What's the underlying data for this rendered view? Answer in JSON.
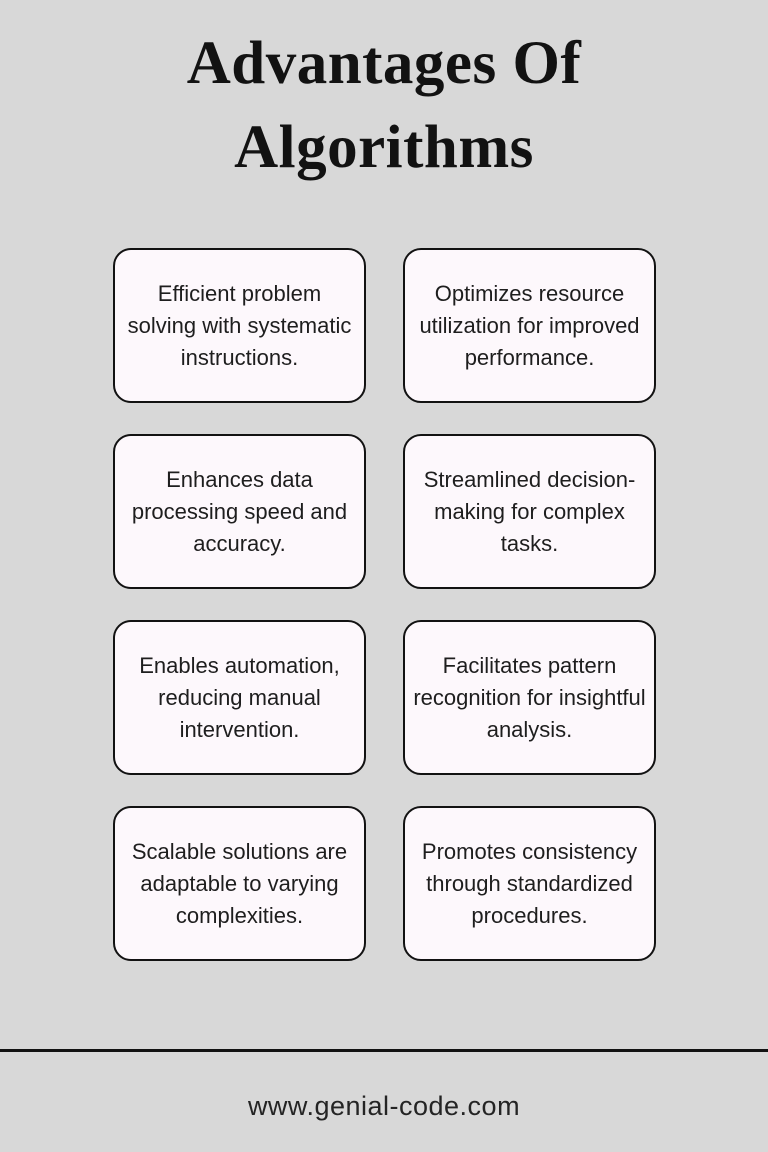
{
  "title": {
    "lines": [
      "Advantages Of",
      "Algorithms"
    ]
  },
  "cards": [
    {
      "text": "Efficient problem solving with systematic instructions."
    },
    {
      "text": "Optimizes resource utilization for improved performance."
    },
    {
      "text": "Enhances data processing speed and accuracy."
    },
    {
      "text": "Streamlined decision-making for complex tasks."
    },
    {
      "text": "Enables automation, reducing manual intervention."
    },
    {
      "text": "Facilitates pattern recognition for insightful analysis."
    },
    {
      "text": "Scalable solutions are adaptable to varying complexities."
    },
    {
      "text": "Promotes consistency through standardized procedures."
    }
  ],
  "footer": {
    "url": "www.genial-code.com"
  },
  "colors": {
    "background": "#d8d8d8",
    "card_fill": "#fdf8fc",
    "card_border": "#121212",
    "title_text": "#121212",
    "body_text": "#1e1e1e",
    "divider": "#121212"
  }
}
